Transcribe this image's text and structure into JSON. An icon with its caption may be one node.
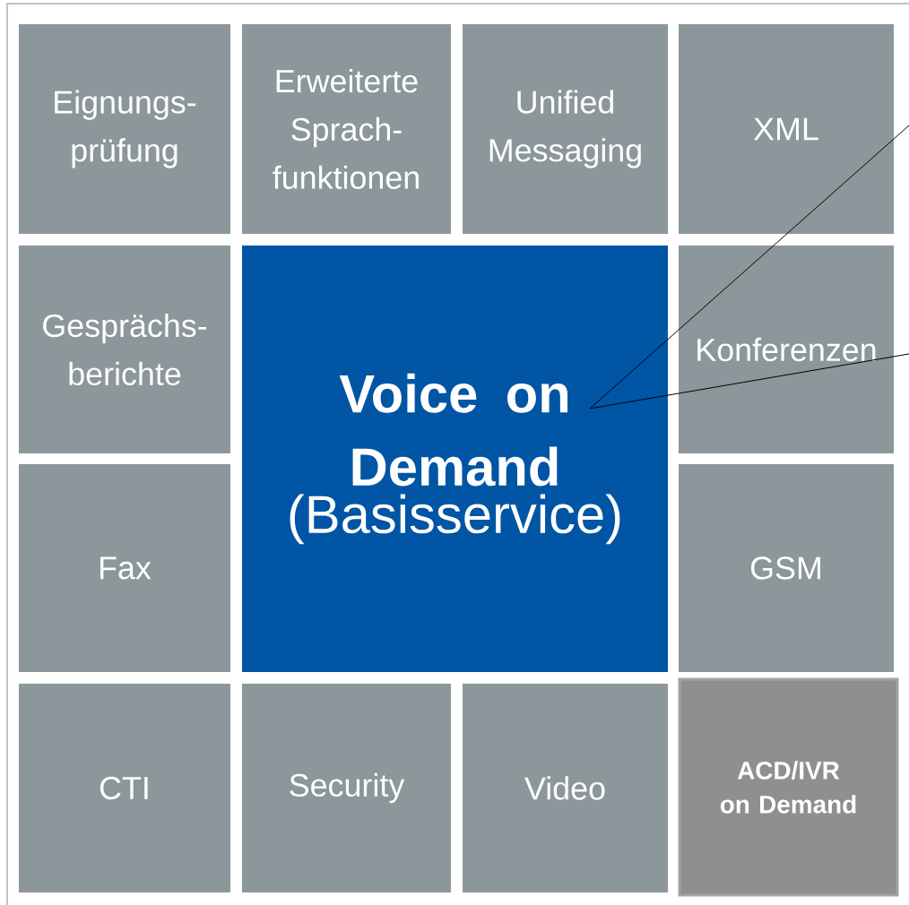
{
  "diagram": {
    "nodes": [
      {
        "text": [
          "Eignungs- prüfung"
        ]
      },
      {
        "text": [
          "Erweiterte Sprach- funktionen"
        ]
      },
      {
        "text": [
          "Unified Messaging"
        ]
      },
      {
        "text": [
          "XML"
        ]
      },
      {
        "text": [
          "Gesprächs- berichte"
        ]
      },
      {
        "text": [
          "Voice on Demand",
          "(Basisservice)"
        ]
      },
      {
        "text": [
          "Konferenzen"
        ]
      },
      {
        "text": [
          "Fax"
        ]
      },
      {
        "text": [
          "GSM"
        ]
      },
      {
        "text": [
          "CTI"
        ]
      },
      {
        "text": [
          "Security"
        ]
      },
      {
        "text": [
          "Video"
        ]
      },
      {
        "text": [
          "ACD/IVR on Demand"
        ]
      }
    ],
    "edges": [
      {
        "from": 5,
        "to": null,
        "arrow": "none"
      },
      {
        "from": 5,
        "to": null,
        "arrow": "none"
      }
    ]
  }
}
